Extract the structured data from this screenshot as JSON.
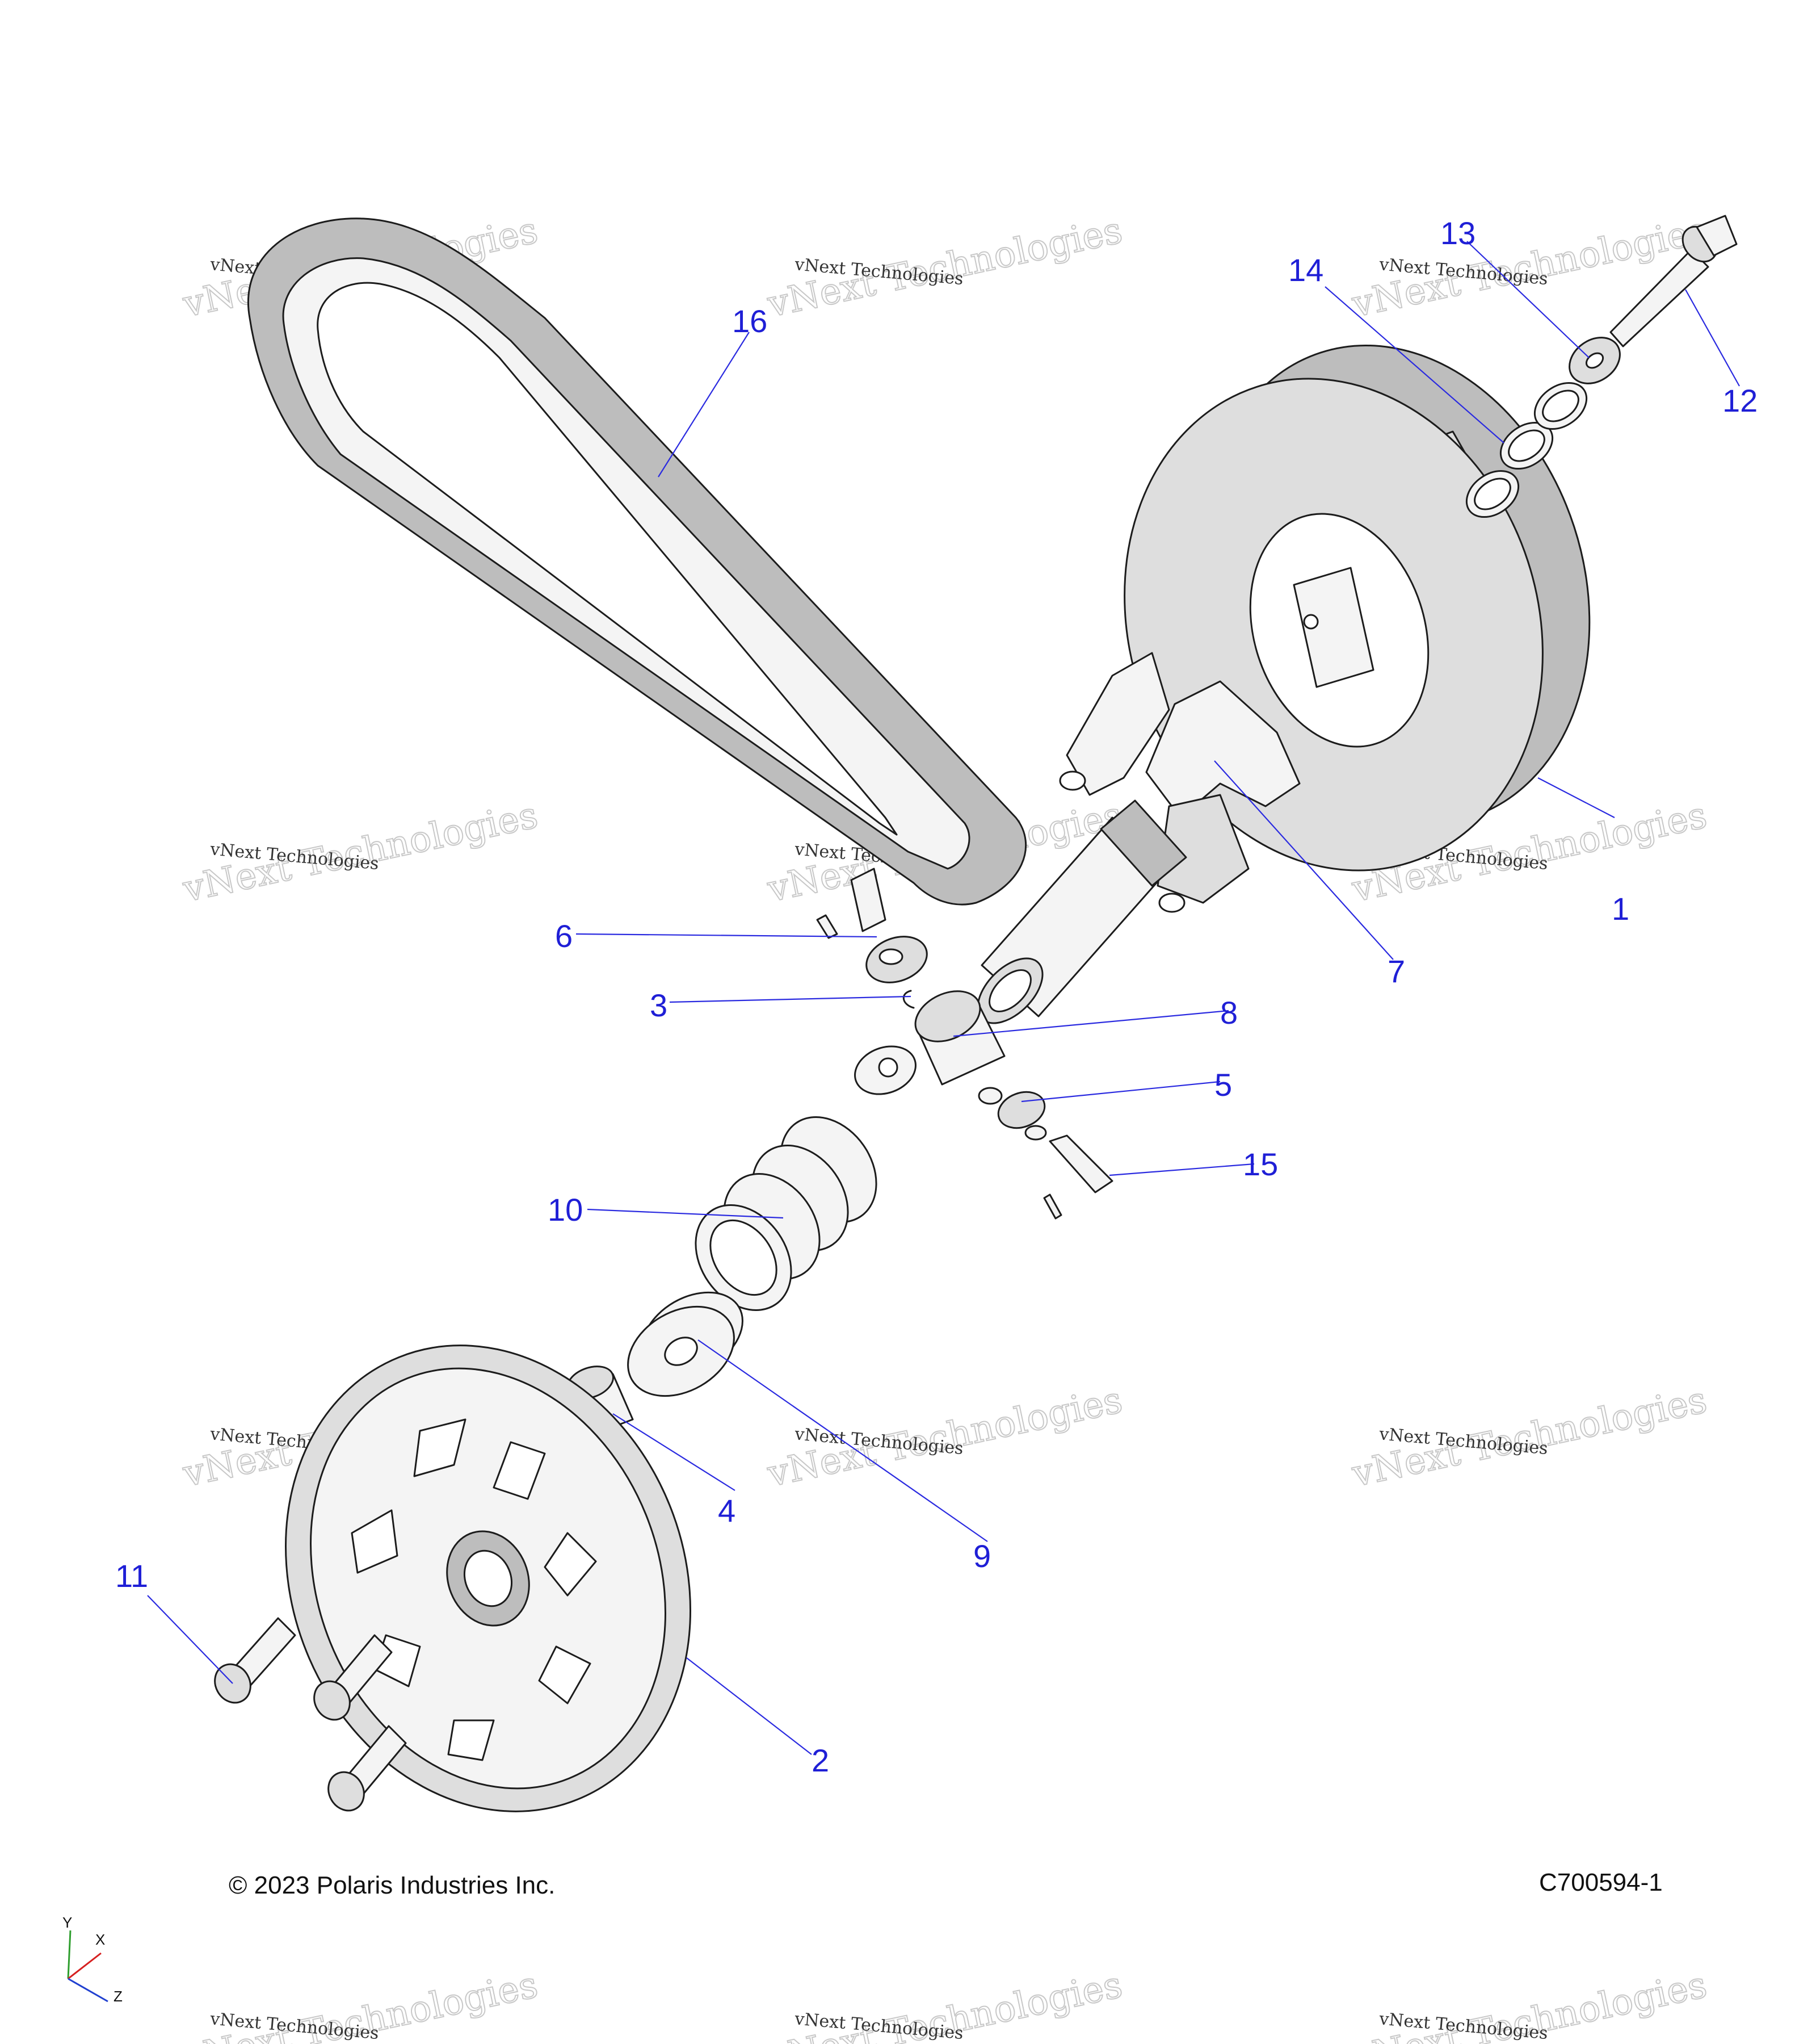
{
  "diagram": {
    "copyright": "© 2023 Polaris Industries Inc.",
    "drawing_id": "C700594-1",
    "watermark": {
      "line1": "vNext Technologies",
      "ghost": "vNext Technologies"
    },
    "axes": {
      "y": "Y",
      "x": "X",
      "z": "Z"
    },
    "callouts": {
      "c1": "1",
      "c2": "2",
      "c3": "3",
      "c4": "4",
      "c5": "5",
      "c6": "6",
      "c7": "7",
      "c8": "8",
      "c9": "9",
      "c10": "10",
      "c11": "11",
      "c12": "12",
      "c13": "13",
      "c14": "14",
      "c15": "15",
      "c16": "16"
    }
  },
  "colors": {
    "callout": "#1f1fd6",
    "leader": "#2a2ae0",
    "line": "#1c1c1c",
    "axis_y": "#2e9e2e",
    "axis_x": "#d62020",
    "axis_z": "#2040d0"
  }
}
